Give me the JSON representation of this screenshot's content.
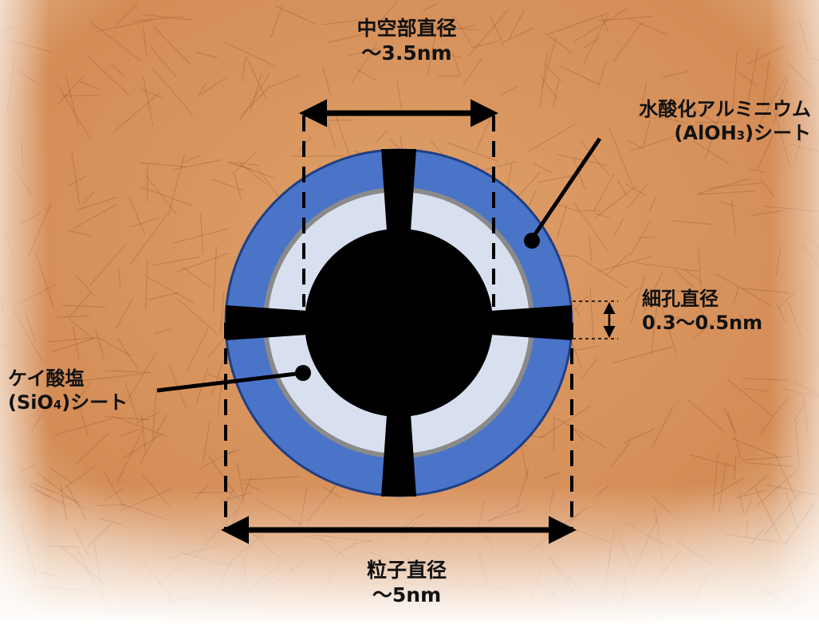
{
  "diagram": {
    "colors": {
      "outer_sheet": "#4a74c8",
      "inner_sheet": "#d8e0f0",
      "separator_ring": "#8a8a8a",
      "core": "#000000",
      "background_tone": "#d9965f"
    },
    "labels": {
      "hollow_title": "中空部直径",
      "hollow_value": "～3.5nm",
      "aluminium_title": "水酸化アルミニウム",
      "aluminium_formula_open": "(AlOH",
      "aluminium_formula_sub": "3",
      "aluminium_formula_close": ")シート",
      "pore_title": "細孔直径",
      "pore_value": "0.3～0.5nm",
      "silicate_title": "ケイ酸塩",
      "silicate_formula_open": "(SiO",
      "silicate_formula_sub": "4",
      "silicate_formula_close": ")シート",
      "particle_title": "粒子直径",
      "particle_value": "～5nm"
    }
  }
}
